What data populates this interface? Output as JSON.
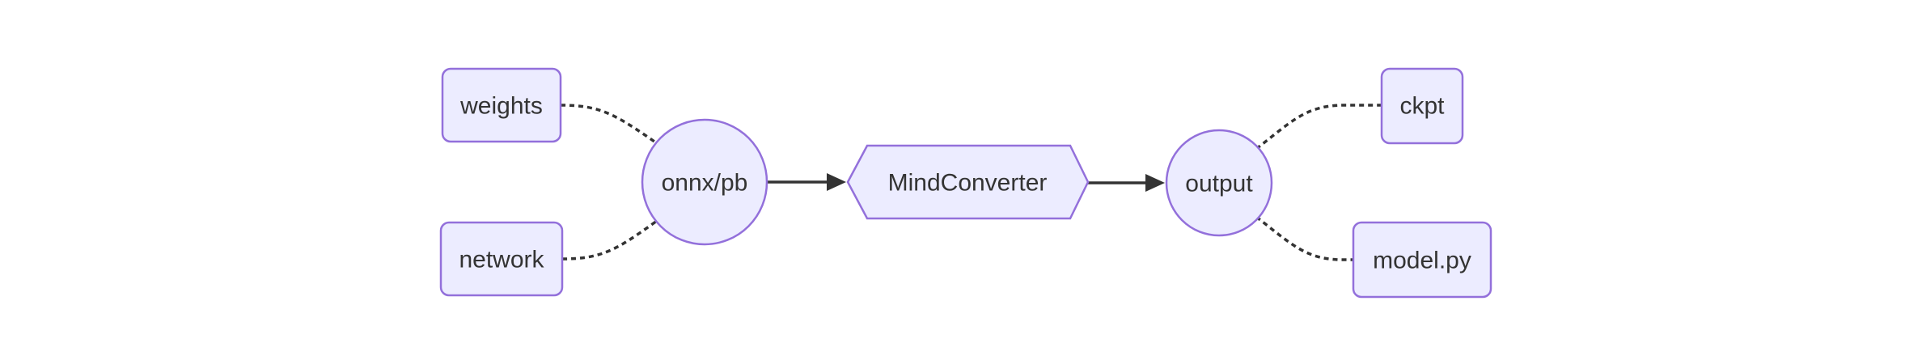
{
  "diagram": {
    "type": "flowchart",
    "direction": "left-to-right",
    "nodes": [
      {
        "id": "weights",
        "label": "weights",
        "shape": "rounded-rect"
      },
      {
        "id": "network",
        "label": "network",
        "shape": "rounded-rect"
      },
      {
        "id": "onnx-pb",
        "label": "onnx/pb",
        "shape": "circle"
      },
      {
        "id": "mindconverter",
        "label": "MindConverter",
        "shape": "hexagon"
      },
      {
        "id": "output",
        "label": "output",
        "shape": "circle"
      },
      {
        "id": "ckpt",
        "label": "ckpt",
        "shape": "rounded-rect"
      },
      {
        "id": "model-py",
        "label": "model.py",
        "shape": "rounded-rect"
      }
    ],
    "edges": [
      {
        "from": "weights",
        "to": "onnx-pb",
        "style": "dotted",
        "arrow": false
      },
      {
        "from": "network",
        "to": "onnx-pb",
        "style": "dotted",
        "arrow": false
      },
      {
        "from": "onnx-pb",
        "to": "mindconverter",
        "style": "solid",
        "arrow": true
      },
      {
        "from": "mindconverter",
        "to": "output",
        "style": "solid",
        "arrow": true
      },
      {
        "from": "output",
        "to": "ckpt",
        "style": "dotted",
        "arrow": false
      },
      {
        "from": "output",
        "to": "model-py",
        "style": "dotted",
        "arrow": false
      }
    ],
    "colors": {
      "node_fill": "#ECECFF",
      "node_border": "#9370DB",
      "edge": "#333333",
      "text": "#333333",
      "background": "#FFFFFF"
    }
  }
}
